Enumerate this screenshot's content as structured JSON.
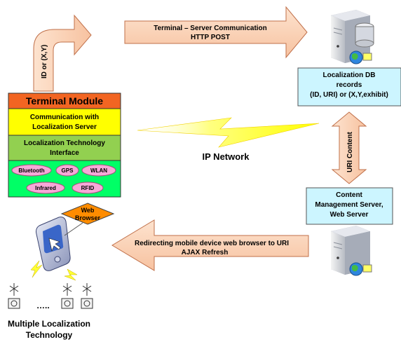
{
  "arrows": {
    "up_curved": {
      "label": "ID or (X,Y)"
    },
    "terminal_server": {
      "line1": "Terminal – Server Communication",
      "line2": "HTTP POST"
    },
    "redirect": {
      "line1": "Redirecting mobile device web browser to URI",
      "line2": "AJAX Refresh"
    },
    "uri_content": {
      "label": "URI Content"
    }
  },
  "terminal_module": {
    "title": "Terminal Module",
    "comm_line1": "Communication with",
    "comm_line2": "Localization Server",
    "tech_line1": "Localization Technology",
    "tech_line2": "Interface",
    "technologies": [
      "Bluetooth",
      "GPS",
      "WLAN",
      "Infrared",
      "RFID"
    ]
  },
  "network": {
    "label": "IP Network"
  },
  "localization_db": {
    "line1": "Localization DB",
    "line2": "records",
    "line3": "(ID, URI) or (X,Y,exhibit)"
  },
  "content_server": {
    "line1": "Content",
    "line2": "Management Server,",
    "line3": "Web Server"
  },
  "web_browser": {
    "line1": "Web",
    "line2": "Browser"
  },
  "sensors": {
    "dots": "….."
  },
  "multiple_localization": {
    "line1": "Multiple Localization",
    "line2": "Technology"
  },
  "colors": {
    "arrow_fill": "#fbd4b4",
    "arrow_stroke": "#c0704a",
    "module_title": "#f26522",
    "module_comm": "#ffff00",
    "module_tech": "#92d050",
    "module_tags": "#00ff66",
    "tag_oval": "#f7a8d8",
    "info_box": "#ccf5ff",
    "web_browser": "#ff8c00",
    "lightning": "#ffff66"
  }
}
